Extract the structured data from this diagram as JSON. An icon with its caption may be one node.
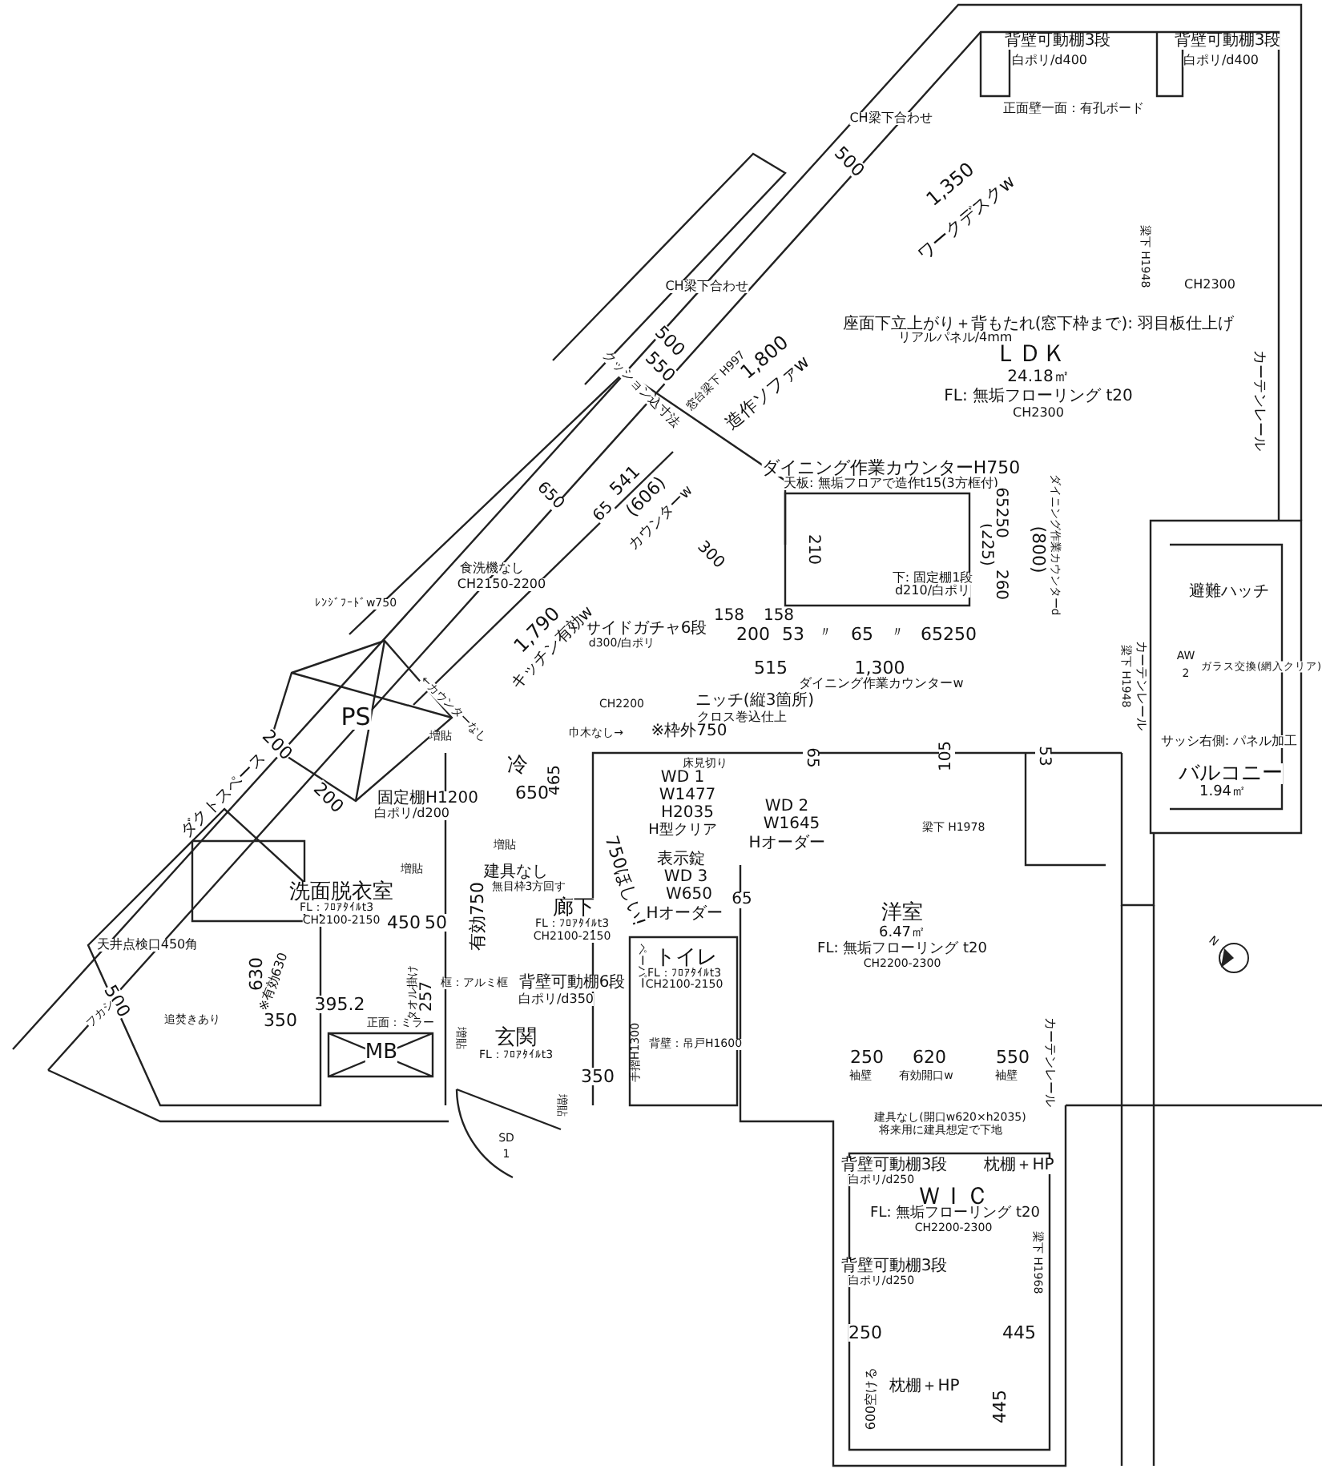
{
  "diagram": {
    "labels": [
      "背壁可動棚3段",
      "白ポリ/d400",
      "背壁可動棚3段",
      "白ポリ/d400",
      "正面壁一面：有孔ボード",
      "CH梁下合わせ",
      "500",
      "1,350",
      "ワークデスクw",
      "梁下 H1948",
      "CH梁下合わせ",
      "CH2300",
      "座面下立上がり＋背もたれ(窓下枠まで): 羽目板仕上げ",
      "リアルパネル/4mm",
      "500",
      "550",
      "クッション込寸法",
      "1,800",
      "造作ソファw",
      "窓台梁下 H997",
      "ＬＤＫ",
      "24.18㎡",
      "FL: 無垢フローリング t20",
      "CH2300",
      "カーテンレール",
      "ダイニング作業カウンターH750",
      "天板: 無垢フロアで造作t15(3方框付)",
      "541",
      "65",
      "(606)",
      "カウンターw",
      "650",
      "300",
      "210",
      "(225)",
      "65250",
      "260",
      "(800)",
      "ダイニング作業カウンターd",
      "下: 固定棚1段",
      "d210/白ポリ",
      "食洗機なし",
      "CH2150-2200",
      "ﾚﾝｼﾞﾌｰﾄﾞw750",
      "158",
      "158",
      "避難ハッチ",
      "サイドガチャ6段",
      "d300/白ポリ",
      "1,790",
      "キッチン有効w",
      "200",
      "53",
      "〃",
      "65",
      "〃",
      "65250",
      "515",
      "1,300",
      "梁下 H1948",
      "カーテンレール",
      "AW",
      "2",
      "ガラス交換(網入クリア)",
      "ダイニング作業カウンターw",
      "CH2200",
      "ニッチ(縦3箇所)",
      "クロス巻込仕上",
      "PS",
      "←カウンターなし",
      "増貼",
      "巾木なし→",
      "※枠外750",
      "200",
      "ダクトスペース",
      "冷",
      "465",
      "650",
      "床見切り",
      "65",
      "105",
      "53",
      "サッシ右側: パネル加工",
      "バルコニー",
      "1.94㎡",
      "200",
      "固定棚H1200",
      "白ポリ/d200",
      "WD 1",
      "W1477",
      "H2035",
      "H型クリア",
      "WD 2",
      "W1645",
      "Hオーダー",
      "梁下 H1978",
      "750ほしい!",
      "増貼",
      "増貼",
      "表示錠",
      "WD 3",
      "W650",
      "Hオーダー",
      "建具なし",
      "無目枠3方回す",
      "洗面脱衣室",
      "FL：ﾌﾛｱﾀｲﾙt3",
      "CH2100-2150",
      "有効750",
      "廊下",
      "FL：ﾌﾛｱﾀｲﾙt3",
      "CH2100-2150",
      "65",
      "洋室",
      "6.47㎡",
      "FL: 無垢フローリング t20",
      "CH2200-2300",
      "450",
      "50",
      "天井点検口450角",
      "630",
      "※有効630",
      "500",
      "タオル掛け",
      "257",
      "395.2",
      "框：アルミ框",
      "背壁可動棚6段",
      "白ポリ/d350",
      "トイレ",
      "ペーパー",
      "FL：ﾌﾛｱﾀｲﾙt3",
      "CH2100-2150",
      "フカシ",
      "追焚きあり",
      "350",
      "正面：ミラー",
      "MB",
      "増貼",
      "玄関",
      "FL：ﾌﾛｱﾀｲﾙt3",
      "背壁：吊戸H1600",
      "手摺H1300",
      "250",
      "620",
      "550",
      "袖壁",
      "有効開口w",
      "袖壁",
      "カーテンレール",
      "350",
      "増貼",
      "建具なし(開口w620×h2035)",
      "将来用に建具想定で下地",
      "SD",
      "1",
      "背壁可動棚3段",
      "白ポリ/d250",
      "枕棚＋HP",
      "ＷＩＣ",
      "FL: 無垢フローリング t20",
      "CH2200-2300",
      "梁下 H1968",
      "背壁可動棚3段",
      "白ポリ/d250",
      "250",
      "445",
      "枕棚＋HP",
      "600空ける",
      "445",
      "N"
    ]
  }
}
